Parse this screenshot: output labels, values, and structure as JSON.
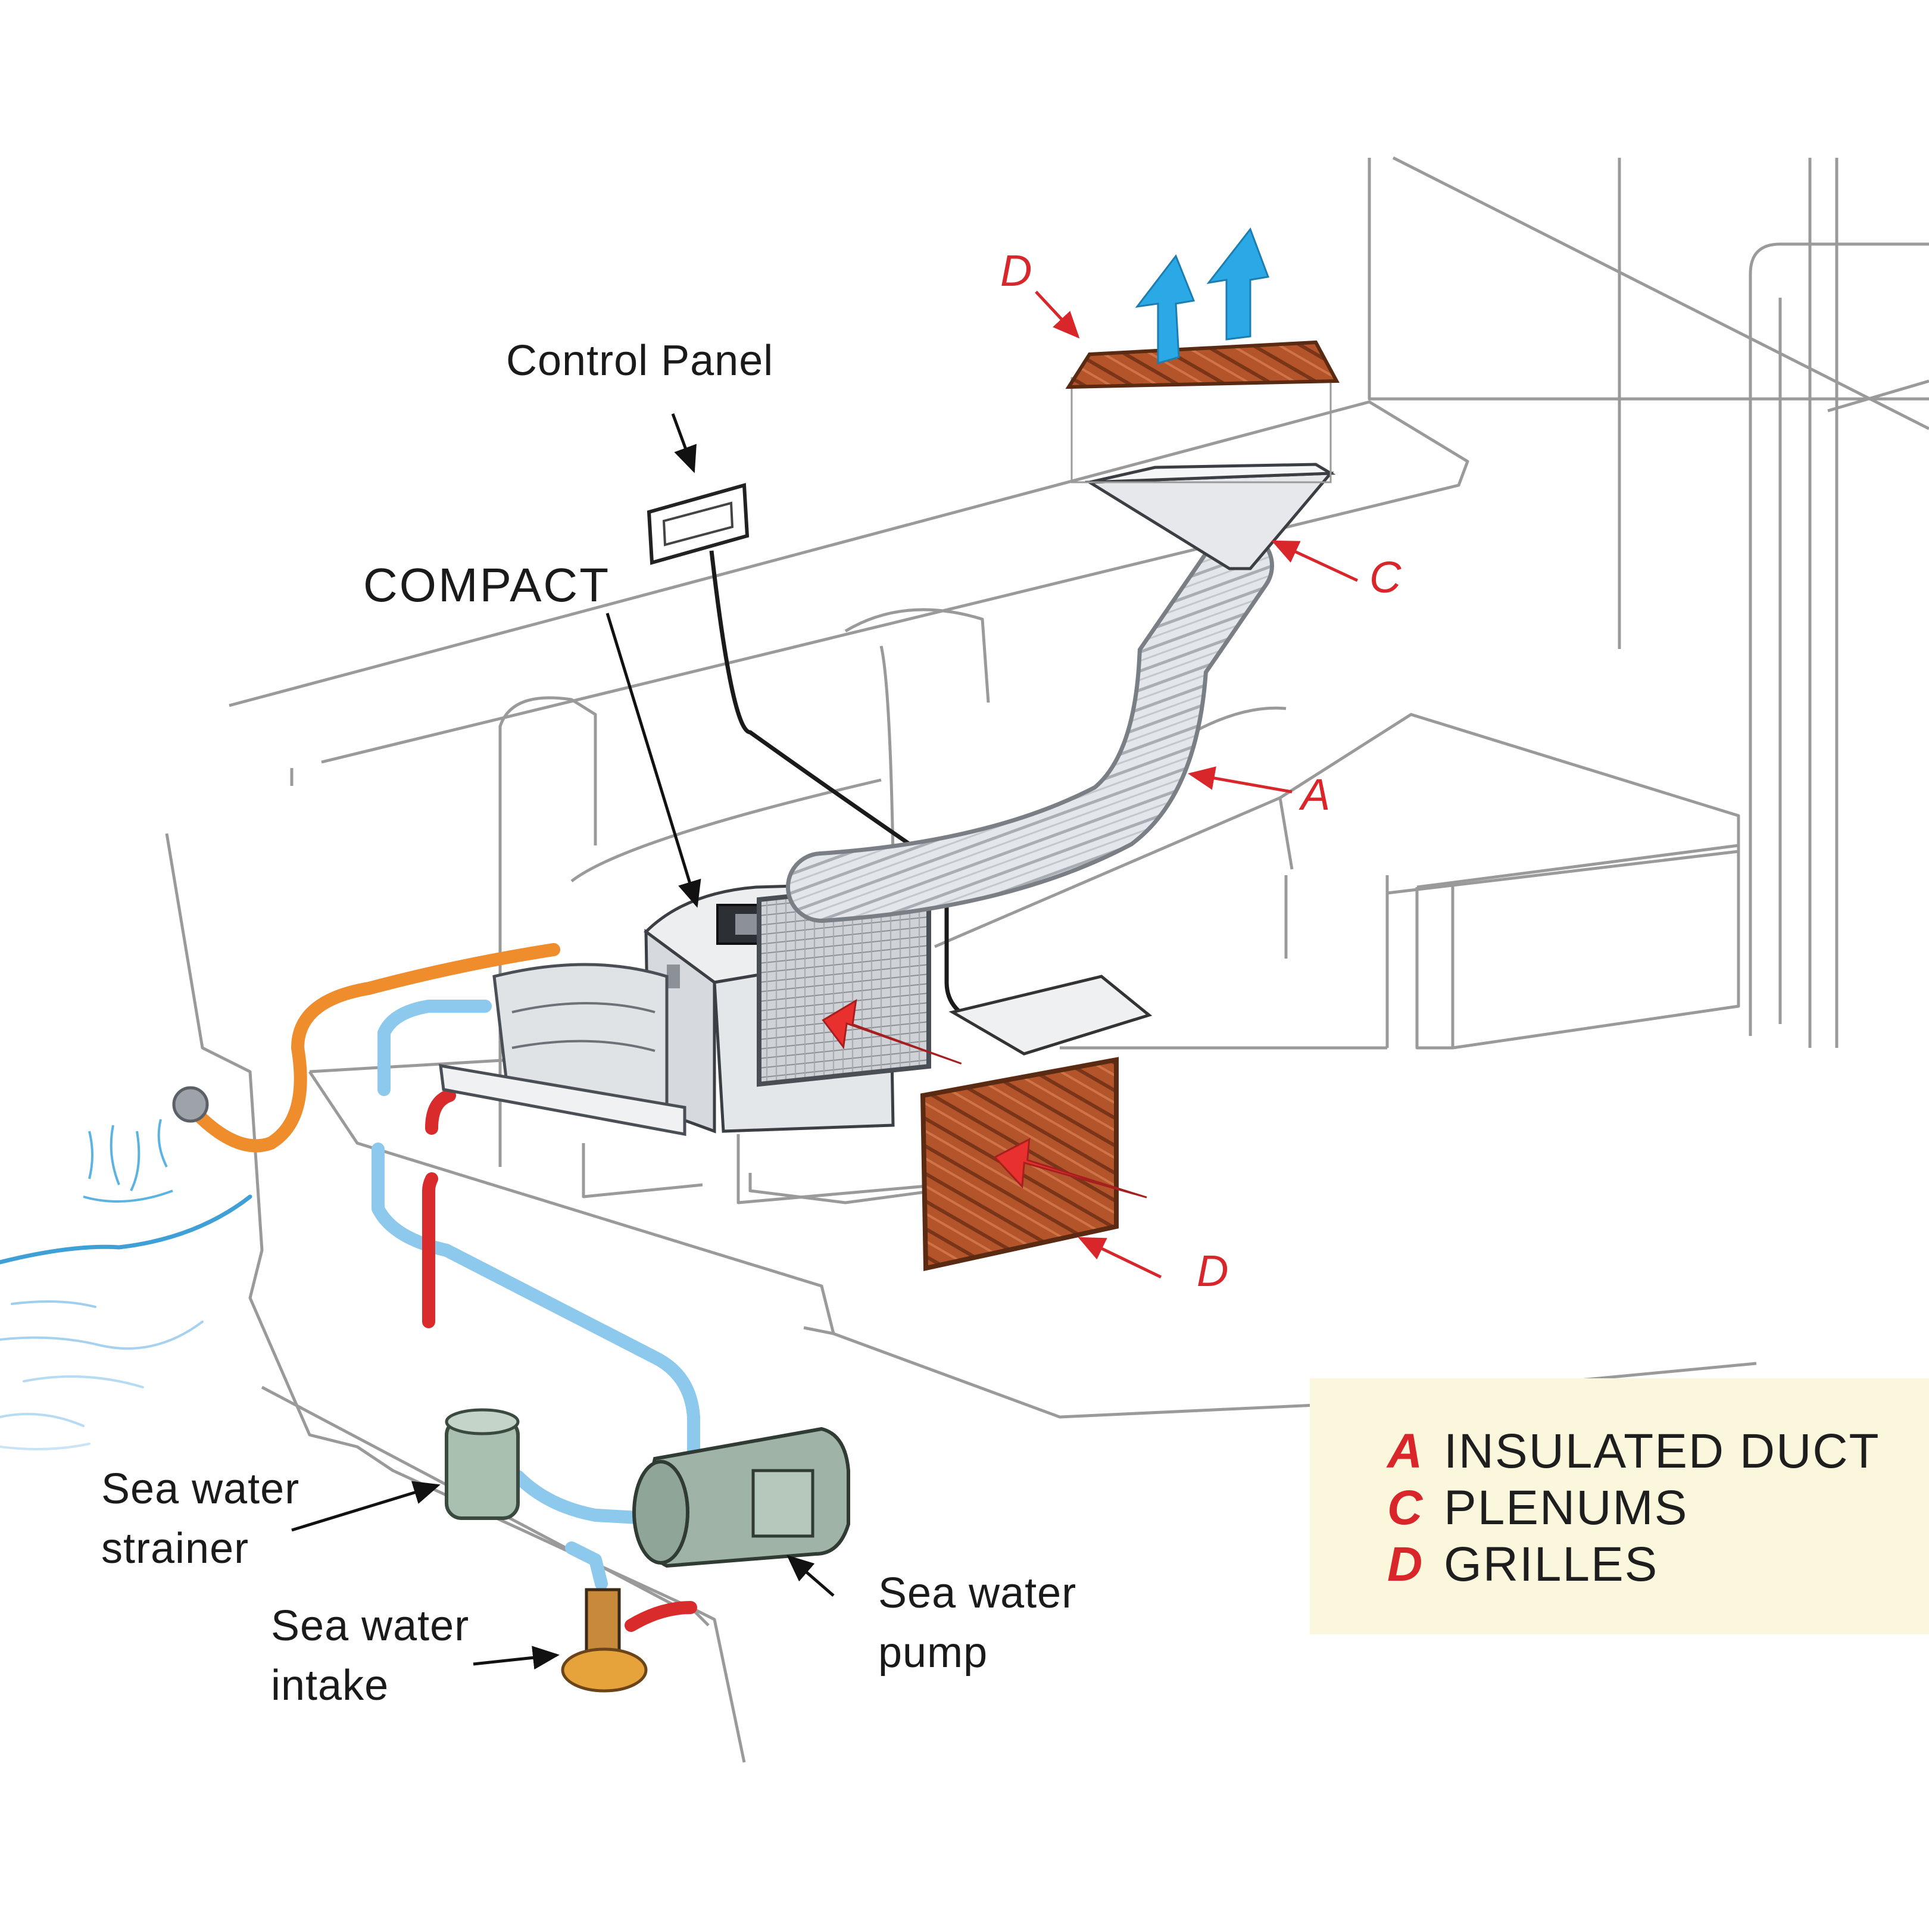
{
  "labels": {
    "control_panel": "Control Panel",
    "compact": "COMPACT",
    "strainer": [
      "Sea water",
      "strainer"
    ],
    "intake": [
      "Sea water",
      "intake"
    ],
    "pump": [
      "Sea water",
      "pump"
    ]
  },
  "callouts": {
    "d_top": "D",
    "c": "C",
    "a": "A",
    "d_bottom": "D"
  },
  "legend": {
    "items": [
      {
        "key": "A",
        "text": "INSULATED DUCT"
      },
      {
        "key": "C",
        "text": "PLENUMS"
      },
      {
        "key": "D",
        "text": "GRILLES"
      }
    ]
  },
  "colors": {
    "callout_red": "#d9262b",
    "cool_air_blue": "#2aa9e6",
    "sea_water_blue": "#8cc9ec",
    "discharge_orange": "#ef8c2c",
    "grille_brown": "#b4542a",
    "legend_bg": "#fbf7dc",
    "pump_green": "#9fb3a6"
  }
}
